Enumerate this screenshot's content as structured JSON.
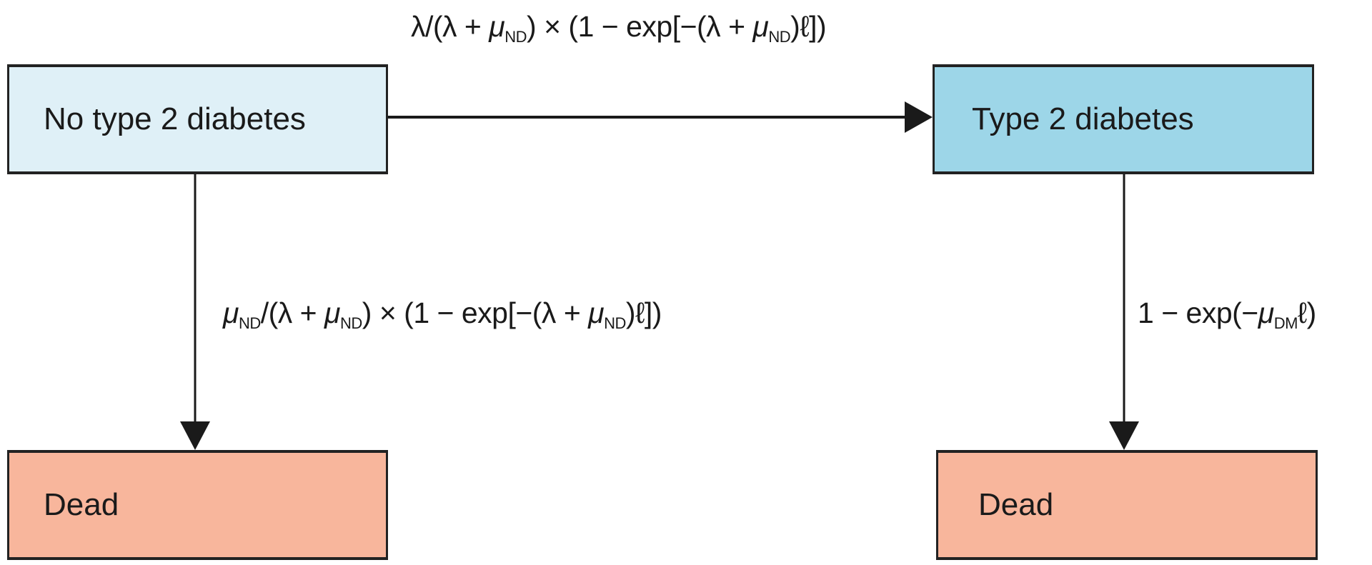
{
  "nodes": {
    "no_diabetes": {
      "label": "No type 2 diabetes",
      "color": "#dff0f7"
    },
    "diabetes": {
      "label": "Type 2 diabetes",
      "color": "#9dd6e8"
    },
    "dead_left": {
      "label": "Dead",
      "color": "#f8b69c"
    },
    "dead_right": {
      "label": "Dead",
      "color": "#f8b69c"
    }
  },
  "transitions": {
    "to_diabetes": {
      "p1": "λ/(λ + ",
      "mu": "μ",
      "sub1": "ND",
      "p2": ") × (1 − exp[−(λ + ",
      "mu2": "μ",
      "sub2": "ND",
      "p3": ")ℓ])"
    },
    "no_diabetes_to_dead": {
      "mu0": "μ",
      "sub0": "ND",
      "p1": "/(λ + ",
      "mu": "μ",
      "sub1": "ND",
      "p2": ") × (1 − exp[−(λ + ",
      "mu2": "μ",
      "sub2": "ND",
      "p3": ")ℓ])"
    },
    "diabetes_to_dead": {
      "p1": "1 − exp(−",
      "mu": "μ",
      "sub1": "DM",
      "p2": "ℓ)"
    }
  }
}
